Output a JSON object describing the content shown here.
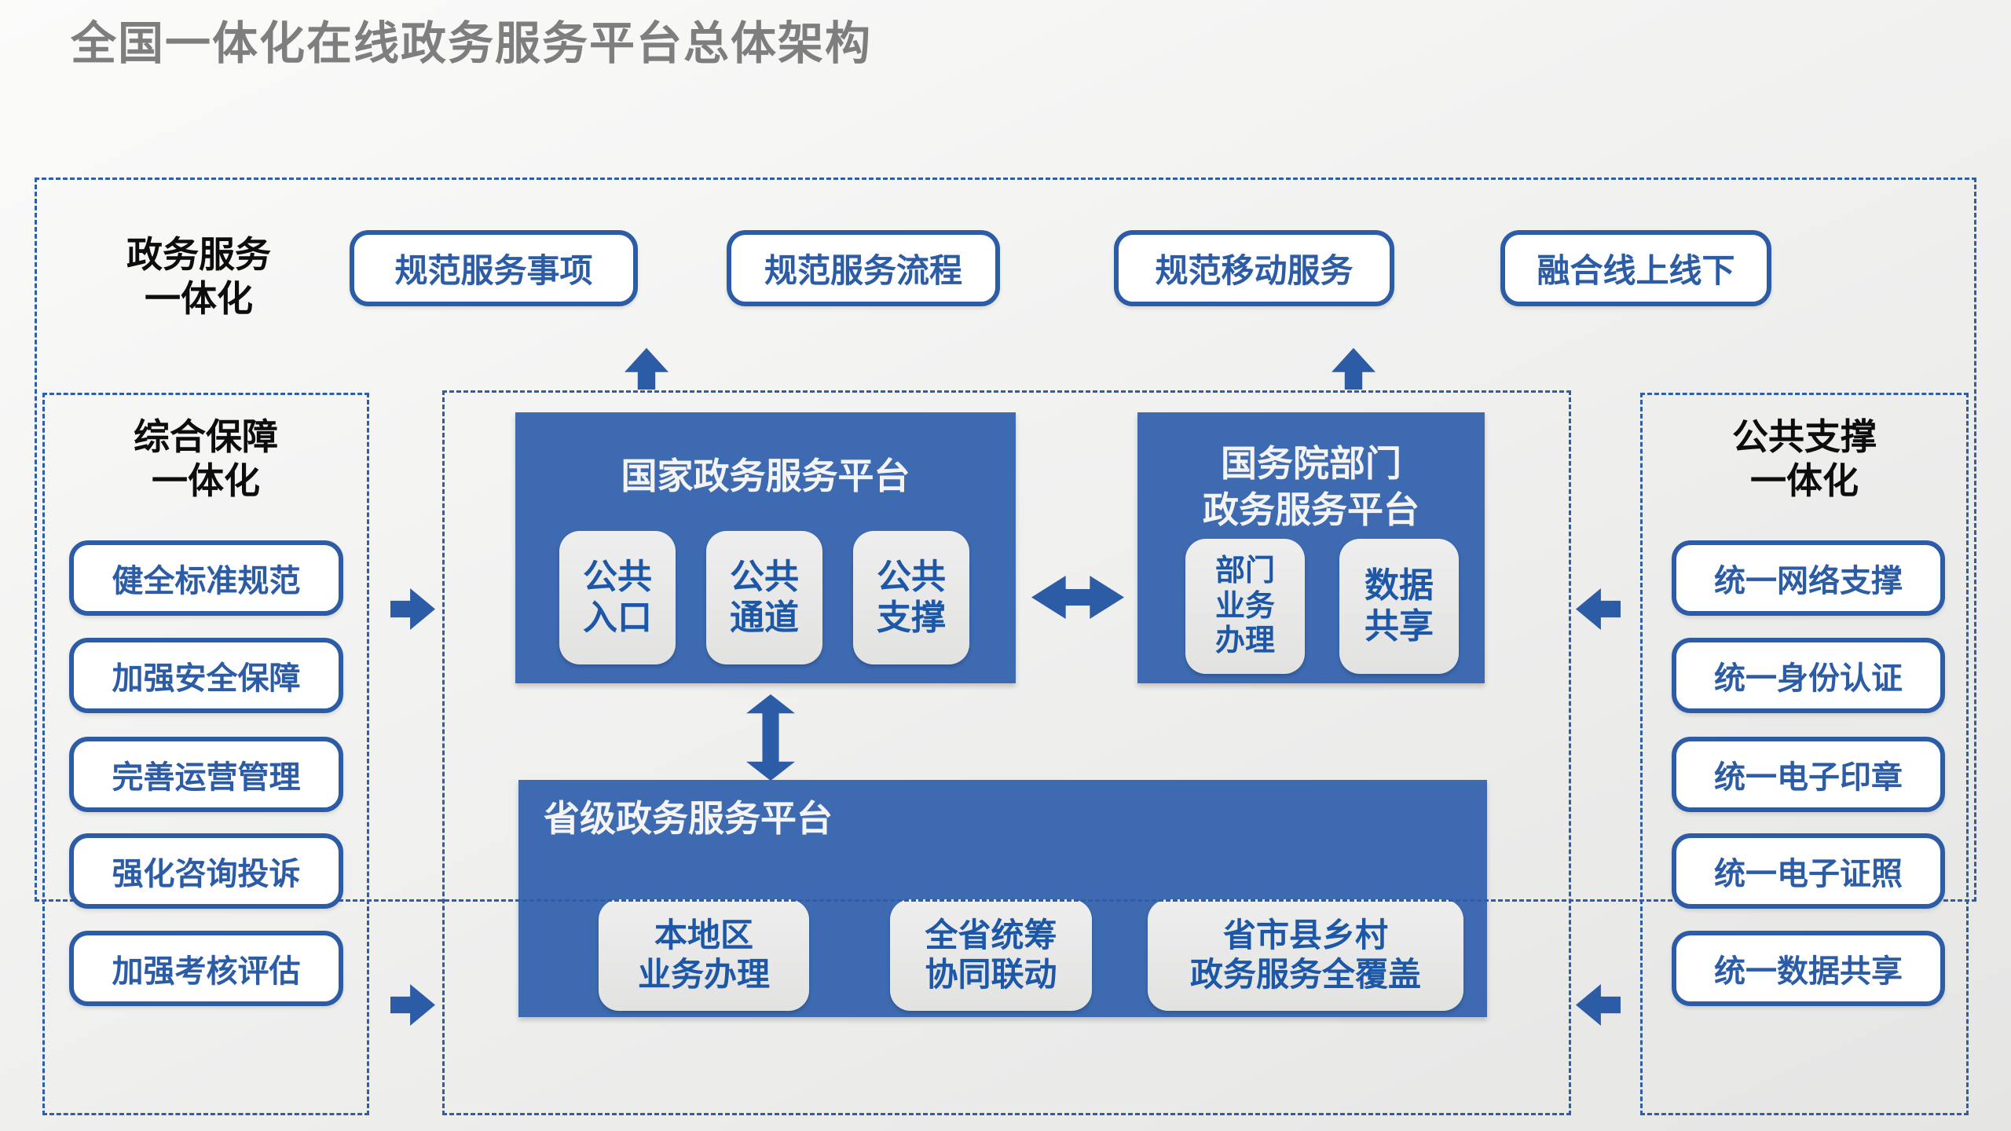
{
  "page": {
    "title": "全国一体化在线政务服务平台总体架构"
  },
  "colors": {
    "primary_blue": "#2d5ca7",
    "box_blue": "#3d6ab0",
    "module_gray": "#e9e9e8",
    "title_gray": "#7e7e7e",
    "label_black": "#0d0d0d"
  },
  "top_section": {
    "label": {
      "line1": "政务服务",
      "line2": "一体化"
    },
    "buttons": [
      {
        "label": "规范服务事项"
      },
      {
        "label": "规范服务流程"
      },
      {
        "label": "规范移动服务"
      },
      {
        "label": "融合线上线下"
      }
    ]
  },
  "left_section": {
    "label": {
      "line1": "综合保障",
      "line2": "一体化"
    },
    "buttons": [
      {
        "label": "健全标准规范"
      },
      {
        "label": "加强安全保障"
      },
      {
        "label": "完善运营管理"
      },
      {
        "label": "强化咨询投诉"
      },
      {
        "label": "加强考核评估"
      }
    ]
  },
  "right_section": {
    "label": {
      "line1": "公共支撑",
      "line2": "一体化"
    },
    "buttons": [
      {
        "label": "统一网络支撑"
      },
      {
        "label": "统一身份认证"
      },
      {
        "label": "统一电子印章"
      },
      {
        "label": "统一电子证照"
      },
      {
        "label": "统一数据共享"
      }
    ]
  },
  "center_section": {
    "national_platform": {
      "title": "国家政务服务平台",
      "modules": [
        {
          "line1": "公共",
          "line2": "入口"
        },
        {
          "line1": "公共",
          "line2": "通道"
        },
        {
          "line1": "公共",
          "line2": "支撑"
        }
      ]
    },
    "state_council_platform": {
      "title": {
        "line1": "国务院部门",
        "line2": "政务服务平台"
      },
      "modules": [
        {
          "line1": "部门",
          "line2": "业务",
          "line3": "办理"
        },
        {
          "line1": "数据",
          "line2": "共享"
        }
      ]
    },
    "provincial_platform": {
      "title": "省级政务服务平台",
      "modules": [
        {
          "line1": "本地区",
          "line2": "业务办理"
        },
        {
          "line1": "全省统筹",
          "line2": "协同联动"
        },
        {
          "line1": "省市县乡村",
          "line2": "政务服务全覆盖"
        }
      ]
    }
  }
}
